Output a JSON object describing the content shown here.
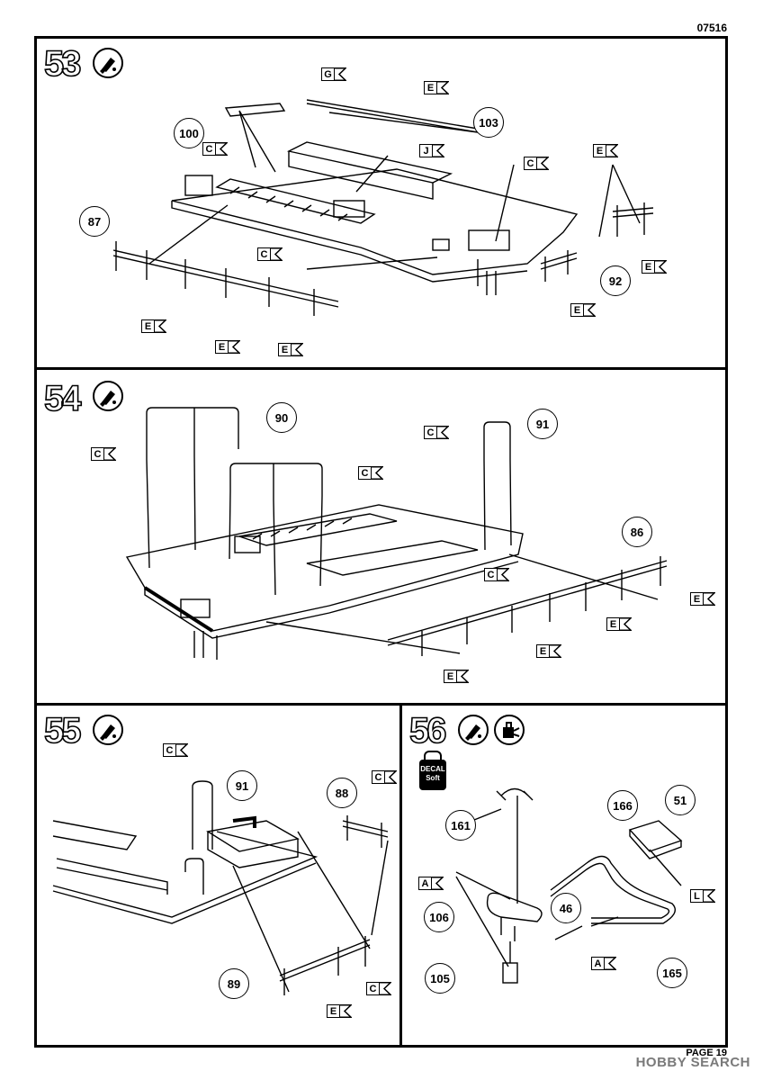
{
  "header": {
    "code": "07516"
  },
  "steps": {
    "s53": {
      "number": "53",
      "callouts": [
        "100",
        "103",
        "87",
        "92"
      ],
      "flags": [
        "G",
        "E",
        "C",
        "J",
        "E",
        "C",
        "C",
        "E",
        "E",
        "E",
        "E",
        "E"
      ]
    },
    "s54": {
      "number": "54",
      "callouts": [
        "90",
        "91",
        "86"
      ],
      "flags": [
        "C",
        "C",
        "C",
        "C",
        "E",
        "E",
        "E",
        "E"
      ]
    },
    "s55": {
      "number": "55",
      "callouts": [
        "91",
        "88",
        "89"
      ],
      "flags": [
        "C",
        "C",
        "C",
        "E"
      ]
    },
    "s56": {
      "number": "56",
      "callouts": [
        "166",
        "51",
        "161",
        "46",
        "106",
        "105",
        "165"
      ],
      "flags": [
        "A",
        "L",
        "A"
      ],
      "decal": {
        "line1": "DECAL",
        "line2": "Soft"
      }
    }
  },
  "icons": [
    "glue-tube-icon",
    "decal-softener-icon"
  ],
  "footer": {
    "page": "PAGE 19",
    "watermark": "HOBBY SEARCH"
  }
}
